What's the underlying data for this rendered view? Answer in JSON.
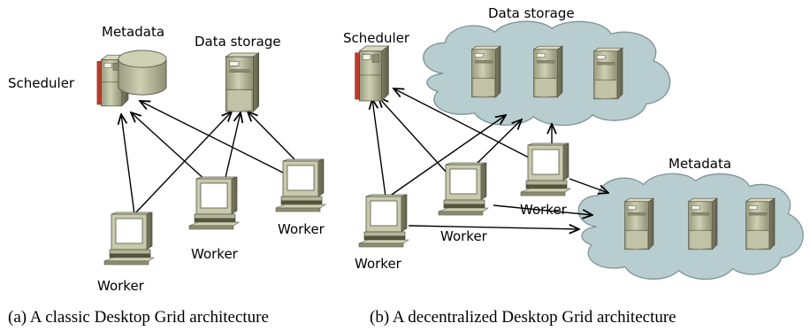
{
  "panel_a": {
    "caption": "(a) A classic Desktop Grid architecture",
    "labels": {
      "metadata": "Metadata",
      "scheduler": "Scheduler",
      "data_storage": "Data storage",
      "worker_1": "Worker",
      "worker_2": "Worker",
      "worker_3": "Worker"
    }
  },
  "panel_b": {
    "caption": "(b) A decentralized Desktop Grid architecture",
    "labels": {
      "data_storage": "Data storage",
      "scheduler": "Scheduler",
      "metadata": "Metadata",
      "worker_1": "Worker",
      "worker_2": "Worker",
      "worker_3": "Worker"
    }
  },
  "icons": {
    "server": "server-icon",
    "workstation": "workstation-icon",
    "database": "database-icon",
    "cloud": "cloud-icon"
  },
  "colors": {
    "device_body": "#b8b89a",
    "device_dark": "#6e6e55",
    "cloud_fill": "#b8cdd0",
    "cloud_stroke": "#7f9497",
    "scheduler_accent": "#c0392b"
  }
}
